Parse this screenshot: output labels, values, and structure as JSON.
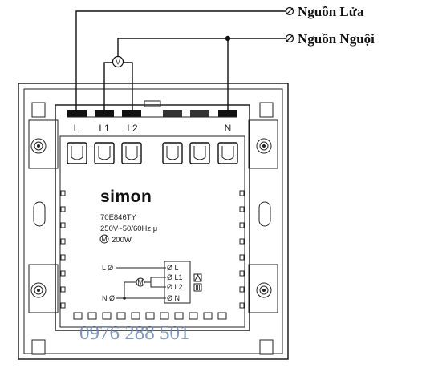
{
  "top_labels": {
    "live": "Nguồn Lửa",
    "neutral": "Nguồn Nguội"
  },
  "terminals": [
    "L",
    "L1",
    "L2",
    "N"
  ],
  "motor_symbol": "M",
  "device": {
    "brand": "simon",
    "model": "70E846TY",
    "rating": "250V~50/60Hz μ",
    "power_symbol": "M",
    "power": "200W"
  },
  "schematic": {
    "live_in": "L Ø",
    "neutral_in": "N Ø",
    "motor_symbol": "M",
    "terminals": [
      "Ø L",
      "Ø L1",
      "Ø L2",
      "Ø N"
    ]
  },
  "watermark": "0976 288 501"
}
